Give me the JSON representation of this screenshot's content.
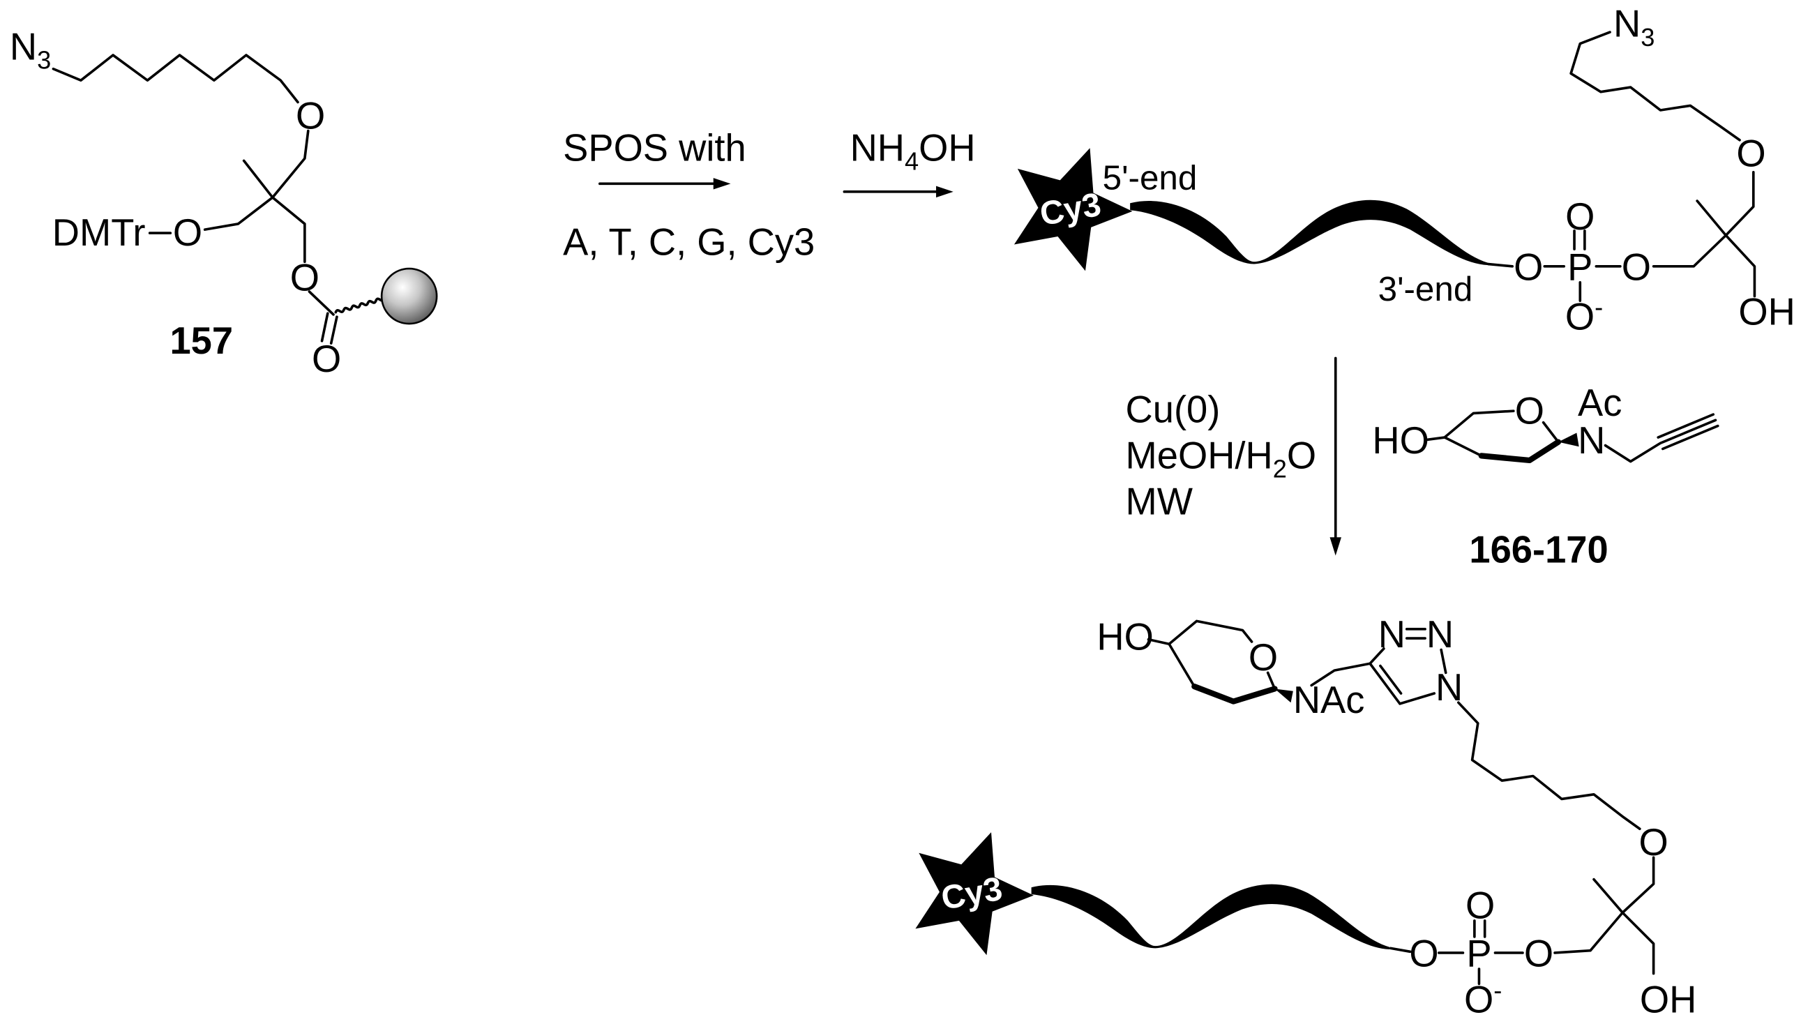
{
  "compound_157": {
    "azide": {
      "symbol": "N",
      "subscript": "3"
    },
    "ether_oxygen": "O",
    "protecting_group": "DMTr",
    "dmtr_oxygen": "O",
    "ester_oxygen": "O",
    "carbonyl_oxygen": "O",
    "label": "157"
  },
  "step_1": {
    "line_1": "SPOS with",
    "line_2": "A, T, C, G, Cy3"
  },
  "step_2": {
    "reagent": {
      "base": "NH",
      "subscript": "4",
      "suffix": "OH"
    }
  },
  "oligo_intermediate": {
    "dye": "Cy3",
    "five_prime_label": "5'-end",
    "three_prime_label": "3'-end",
    "phosphate": {
      "left_oxygen": "O",
      "phosphorus": "P",
      "double_bond_oxygen": "O",
      "anionic_oxygen": "O",
      "charge": "-",
      "right_oxygen": "O"
    },
    "ether_oxygen": "O",
    "hydroxyl": "OH",
    "azide": {
      "symbol": "N",
      "subscript": "3"
    }
  },
  "step_3": {
    "line_1": "Cu(0)",
    "line_2": {
      "base": "MeOH/H",
      "subscript": "2",
      "suffix": "O"
    },
    "line_3": "MW"
  },
  "alkyne_166_170": {
    "hydroxyl": "HO",
    "ring_oxygen": "O",
    "nitrogen": "N",
    "acetyl": "Ac",
    "label": "166-170"
  },
  "triazole_conjugate": {
    "dye": "Cy3",
    "hydroxyl_sugar": "HO",
    "ring_oxygen": "O",
    "acetamide": "NAc",
    "triazole": {
      "n_left": "N",
      "n_right": "N",
      "n_bottom": "N"
    },
    "ether_oxygen": "O",
    "phosphate": {
      "left_oxygen": "O",
      "phosphorus": "P",
      "double_bond_oxygen": "O",
      "anionic_oxygen": "O",
      "charge": "-",
      "right_oxygen": "O"
    },
    "hydroxyl": "OH"
  }
}
